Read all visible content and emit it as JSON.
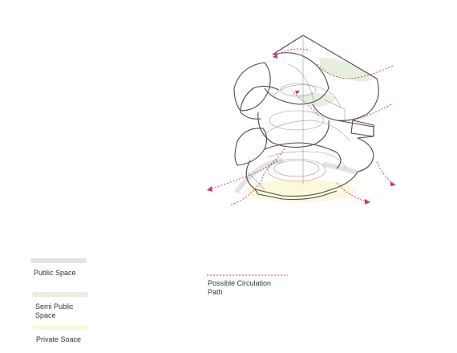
{
  "legend": {
    "public": {
      "label": "Public Space",
      "color": "#e3e3e5"
    },
    "semi_public": {
      "label_line1": "Semi Public",
      "label_line2": "Space",
      "color": "#e6f0dc"
    },
    "private": {
      "label": "Private Soace",
      "color": "#fbf8dc"
    },
    "circulation": {
      "label_line1": "Possible Circulation",
      "label_line2": "Path",
      "color": "#d6336c"
    }
  },
  "colors": {
    "outline": "#4a4a4a",
    "hidden_lines": "#9a9a9a"
  }
}
